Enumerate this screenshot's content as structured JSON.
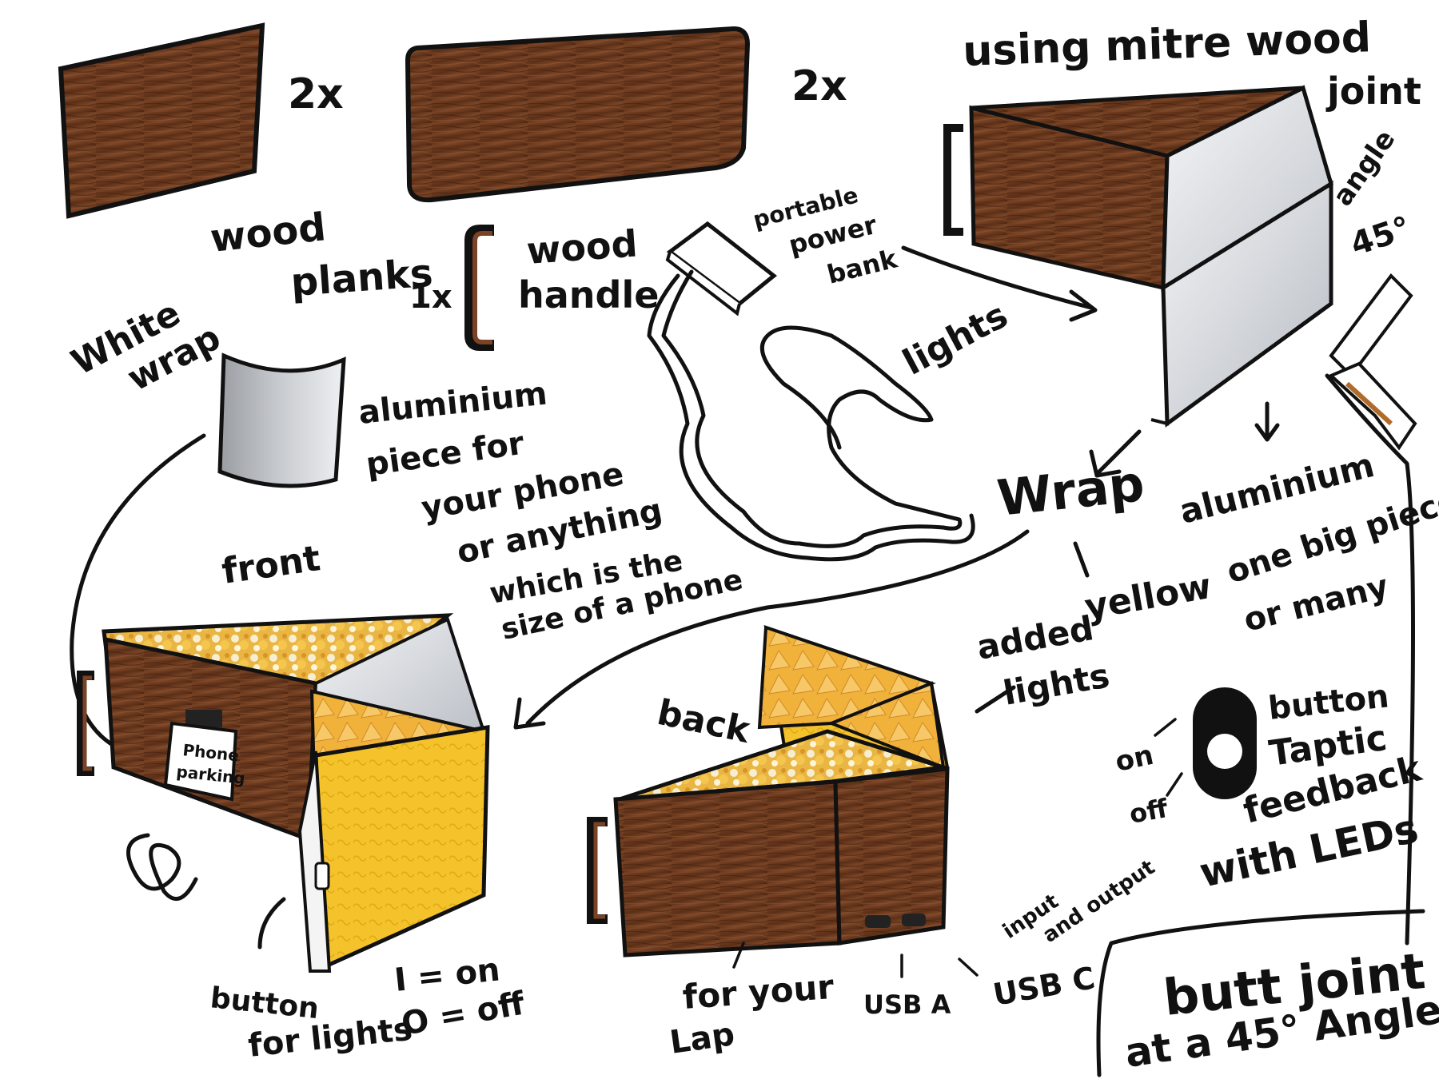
{
  "labels": {
    "qty_small": "2x",
    "qty_large": "2x",
    "wood_planks": [
      "wood",
      "planks"
    ],
    "qty_handle": "1x",
    "wood_handle": [
      "wood",
      "handle"
    ],
    "white_wrap": [
      "White",
      "wrap"
    ],
    "aluminium_note": [
      "aluminium",
      "piece for",
      "your phone",
      "or anything",
      "which is the",
      "size of a phone"
    ],
    "power_bank": [
      "portable",
      "power",
      "bank"
    ],
    "lights": "lights",
    "mitre_title": [
      "using mitre wood",
      "joint"
    ],
    "angle": [
      "angle",
      "45°"
    ],
    "wrap": "Wrap",
    "yellow": "yellow",
    "aluminium_pieces": [
      "aluminium",
      "one big piece",
      "or many"
    ],
    "front": "front",
    "phone_parking": [
      "Phone",
      "parking"
    ],
    "button_lights": [
      "button",
      "for lights"
    ],
    "switch_states": [
      "I = on",
      "O = off"
    ],
    "back": "back",
    "added_lights": [
      "added",
      "lights"
    ],
    "for_your_lap": [
      "for your",
      "Lap"
    ],
    "usb_a": "USB A",
    "input_output": [
      "input",
      "and output"
    ],
    "usb_c": "USB C",
    "on": "on",
    "off": "off",
    "button_feedback": [
      "button",
      "Taptic",
      "feedback",
      "with LEDs"
    ],
    "butt_joint": [
      "butt joint",
      "at a 45° Angle"
    ]
  },
  "colors": {
    "wood": "#6e3a1f",
    "wood_dark": "#4a2410",
    "yellow_wrap": "#f4c22b",
    "aluminium": "#b9bcc0",
    "popcorn": "#f0c24a",
    "glass": "#d9dde2",
    "ink": "#111111"
  },
  "icons": [
    "popcorn-illustration",
    "nachos-illustration",
    "cable-drawing",
    "toggle-switch-icon"
  ]
}
